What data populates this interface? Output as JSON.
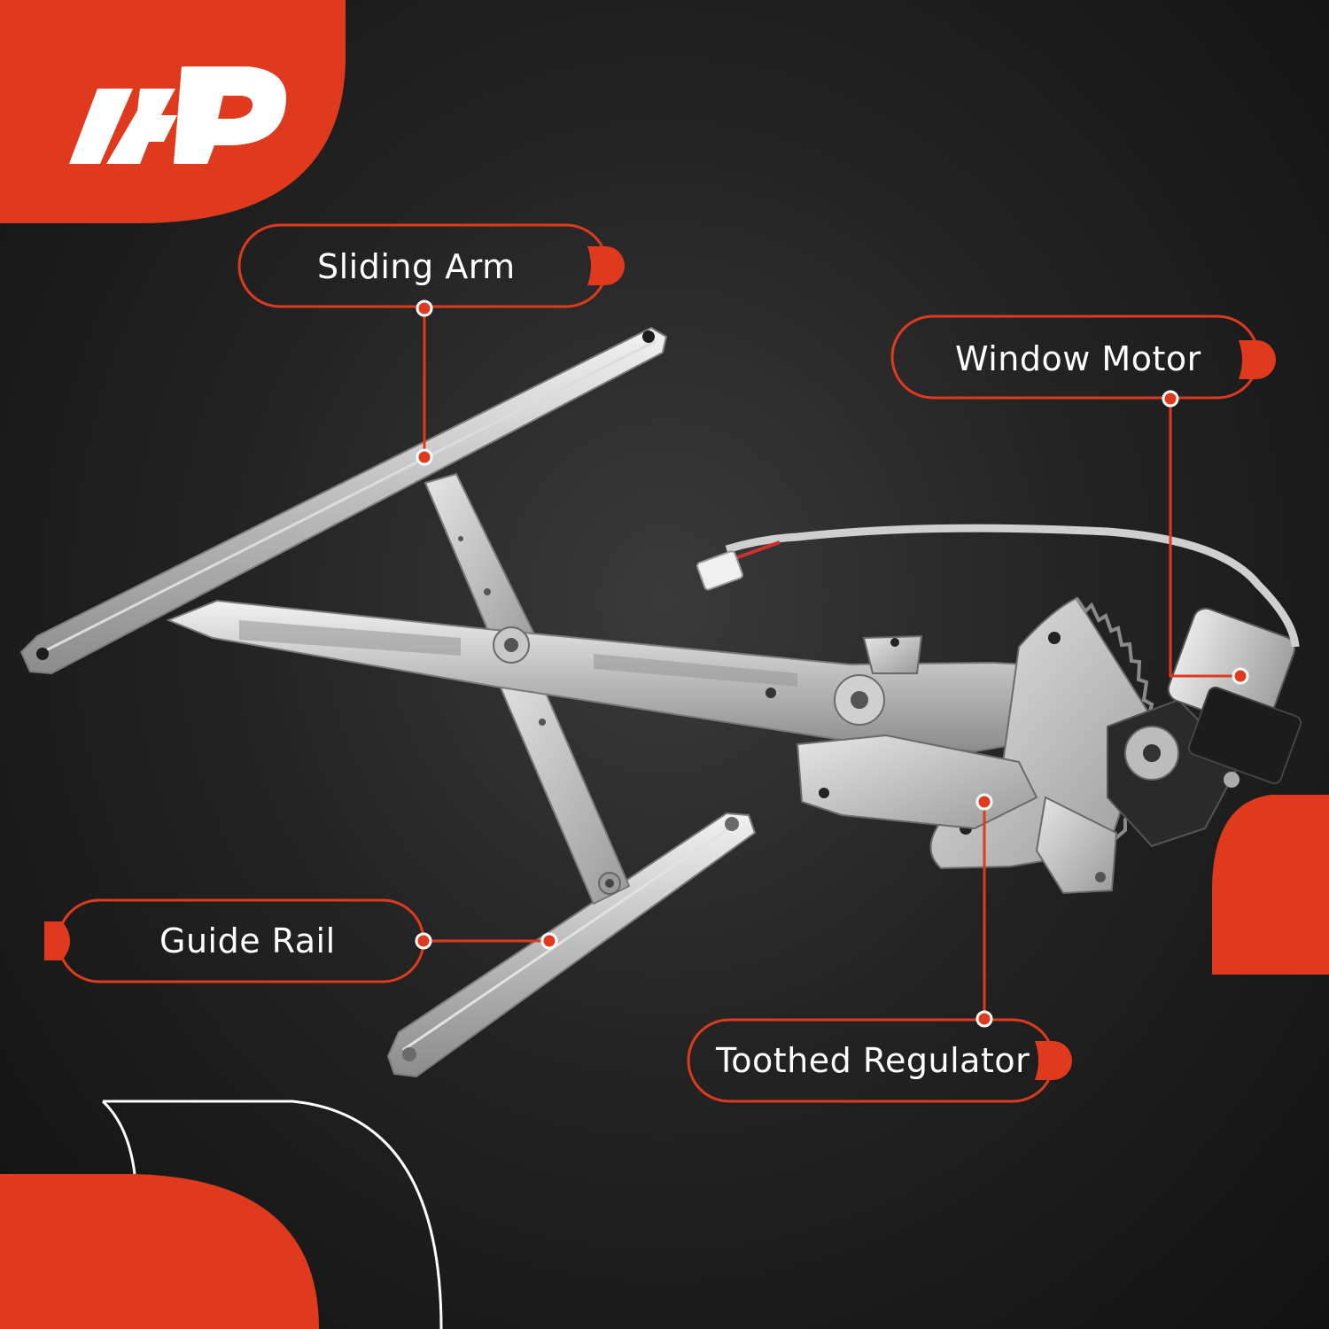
{
  "brand": {
    "logo_icon": "a-premium-logo-icon",
    "accent_color": "#e03a1e",
    "background_color": "#1a1a1a"
  },
  "callouts": {
    "sliding_arm": "Sliding Arm",
    "window_motor": "Window Motor",
    "guide_rail": "Guide Rail",
    "toothed_regulator": "Toothed Regulator"
  }
}
